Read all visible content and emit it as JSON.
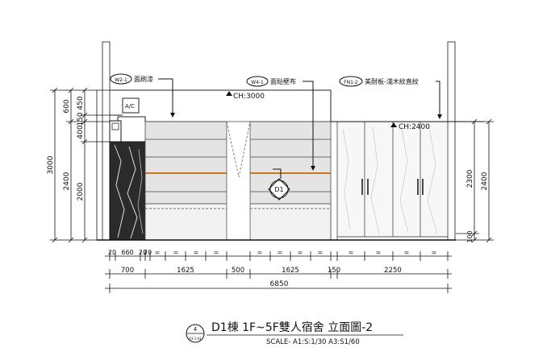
{
  "tags": {
    "w2": {
      "code": "W2-1",
      "text": "面刷漆"
    },
    "w4": {
      "code": "W4-1",
      "text": "面貼壁布"
    },
    "fn": {
      "code": "FN1-2",
      "text": "美耐板-淺木紋直紋"
    }
  },
  "ceiling_labels": {
    "ch1": "CH:3000",
    "ch2": "CH:2400"
  },
  "ac_label": "A/C",
  "door_tag": "D1",
  "left_dims": {
    "overall": "3000",
    "sub_a": "600",
    "sub_b": "2400",
    "inner_a": "450",
    "inner_b": "150",
    "inner_c": "400",
    "inner_d": "2000"
  },
  "right_dims": {
    "a": "2300",
    "b": "2400",
    "c": "100"
  },
  "bottom_row1": {
    "a": "20",
    "b": "660",
    "c": "20",
    "d": "20",
    "eq": "="
  },
  "bottom_row2": {
    "a": "700",
    "b": "1625",
    "c": "500",
    "d": "1625",
    "e": "150",
    "f": "2250"
  },
  "bottom_total": "6850",
  "caption": {
    "number": "4",
    "sheet": "A3-1-01",
    "title": "D1棟 1F~5F雙人宿舍 立面圖-2",
    "scale": "SCALE- A1:S:1/30  A3:S1/60"
  }
}
